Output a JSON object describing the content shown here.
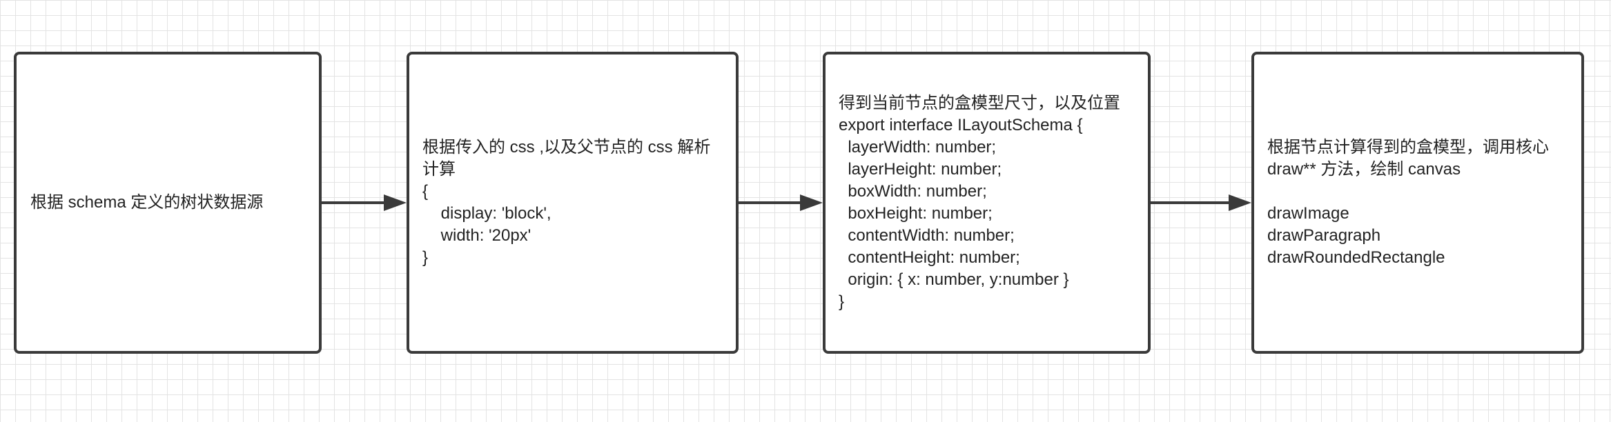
{
  "nodes": [
    {
      "id": "n1",
      "text": "根据 schema 定义的树状数据源"
    },
    {
      "id": "n2",
      "text": "根据传入的 css ,以及父节点的 css 解析计算\n{\n    display: 'block',\n    width: '20px'\n}"
    },
    {
      "id": "n3",
      "text": "得到当前节点的盒模型尺寸，以及位置\nexport interface ILayoutSchema {\n  layerWidth: number;\n  layerHeight: number;\n  boxWidth: number;\n  boxHeight: number;\n  contentWidth: number;\n  contentHeight: number;\n  origin: { x: number, y:number }\n}"
    },
    {
      "id": "n4",
      "text": "根据节点计算得到的盒模型，调用核心 draw** 方法，绘制 canvas\n\ndrawImage\ndrawParagraph\ndrawRoundedRectangle"
    }
  ],
  "edges": [
    {
      "from": "n1",
      "to": "n2"
    },
    {
      "from": "n2",
      "to": "n3"
    },
    {
      "from": "n3",
      "to": "n4"
    }
  ],
  "colors": {
    "border": "#3a3a3a",
    "edge": "#3a3a3a",
    "grid": "#e3e3e3",
    "background": "#ffffff",
    "text": "#222222"
  }
}
